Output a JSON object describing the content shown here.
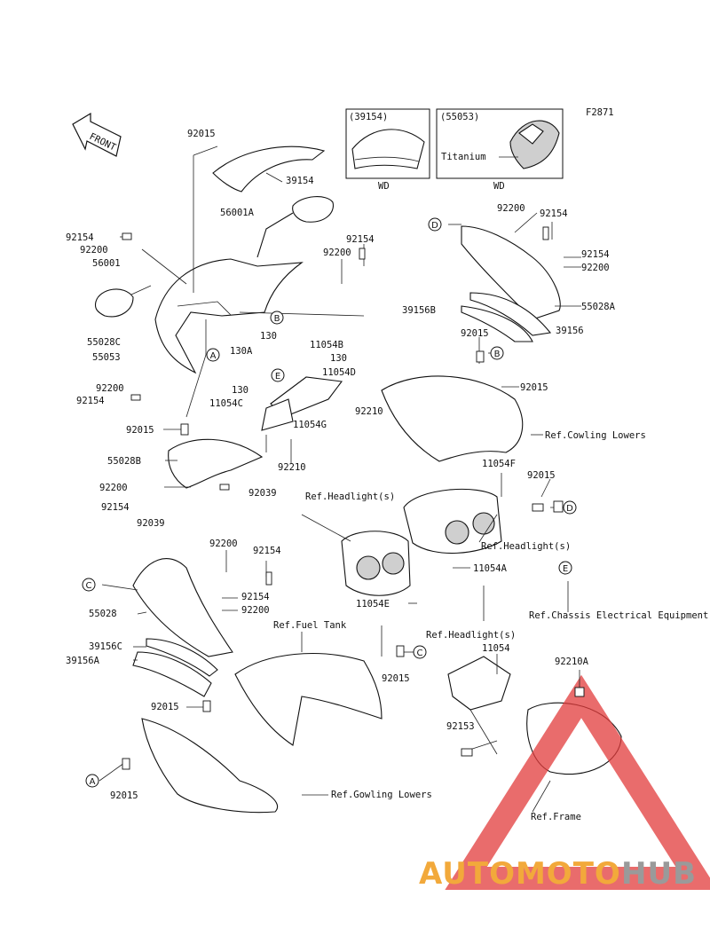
{
  "figure_code": "F2871",
  "front_label": "FRONT",
  "inset_boxes": [
    {
      "ref": "(39154)",
      "variant": "WD",
      "note": ""
    },
    {
      "ref": "(55053)",
      "variant": "WD",
      "note": "Titanium"
    }
  ],
  "part_labels": [
    "92015",
    "39154",
    "56001A",
    "92154",
    "92200",
    "56001",
    "92154",
    "92200",
    "55028C",
    "55053",
    "92200",
    "92154",
    "92015",
    "55028B",
    "92200",
    "92039",
    "92154",
    "92039",
    "130",
    "130A",
    "130",
    "11054C",
    "11054B",
    "130",
    "11054D",
    "92210",
    "11054G",
    "92210",
    "92200",
    "92154",
    "92154",
    "92200",
    "55028A",
    "39156B",
    "39156",
    "92015",
    "92015",
    "11054F",
    "92015",
    "11054A",
    "11054E",
    "92015",
    "11054",
    "92210A",
    "92153",
    "92200",
    "92154",
    "92154",
    "92200",
    "55028",
    "39156C",
    "39156A",
    "92015",
    "92015"
  ],
  "references": {
    "cowling_lowers_1": "Ref.Cowling Lowers",
    "headlight_1": "Ref.Headlight(s)",
    "headlight_2": "Ref.Headlight(s)",
    "headlight_3": "Ref.Headlight(s)",
    "chassis_electrical": "Ref.Chassis Electrical Equipment",
    "fuel_tank": "Ref.Fuel Tank",
    "cowling_lowers_2": "Ref.Gowling Lowers",
    "frame": "Ref.Frame"
  },
  "callouts": [
    "A",
    "B",
    "C",
    "D",
    "E"
  ],
  "watermark": {
    "part1": "AUTOMOTO",
    "part2": "HUB"
  },
  "colors": {
    "line": "#111111",
    "watermark_orange": "#f2a93b",
    "watermark_gray": "#9a9a9a",
    "triangle_red": "#e23b3b"
  }
}
